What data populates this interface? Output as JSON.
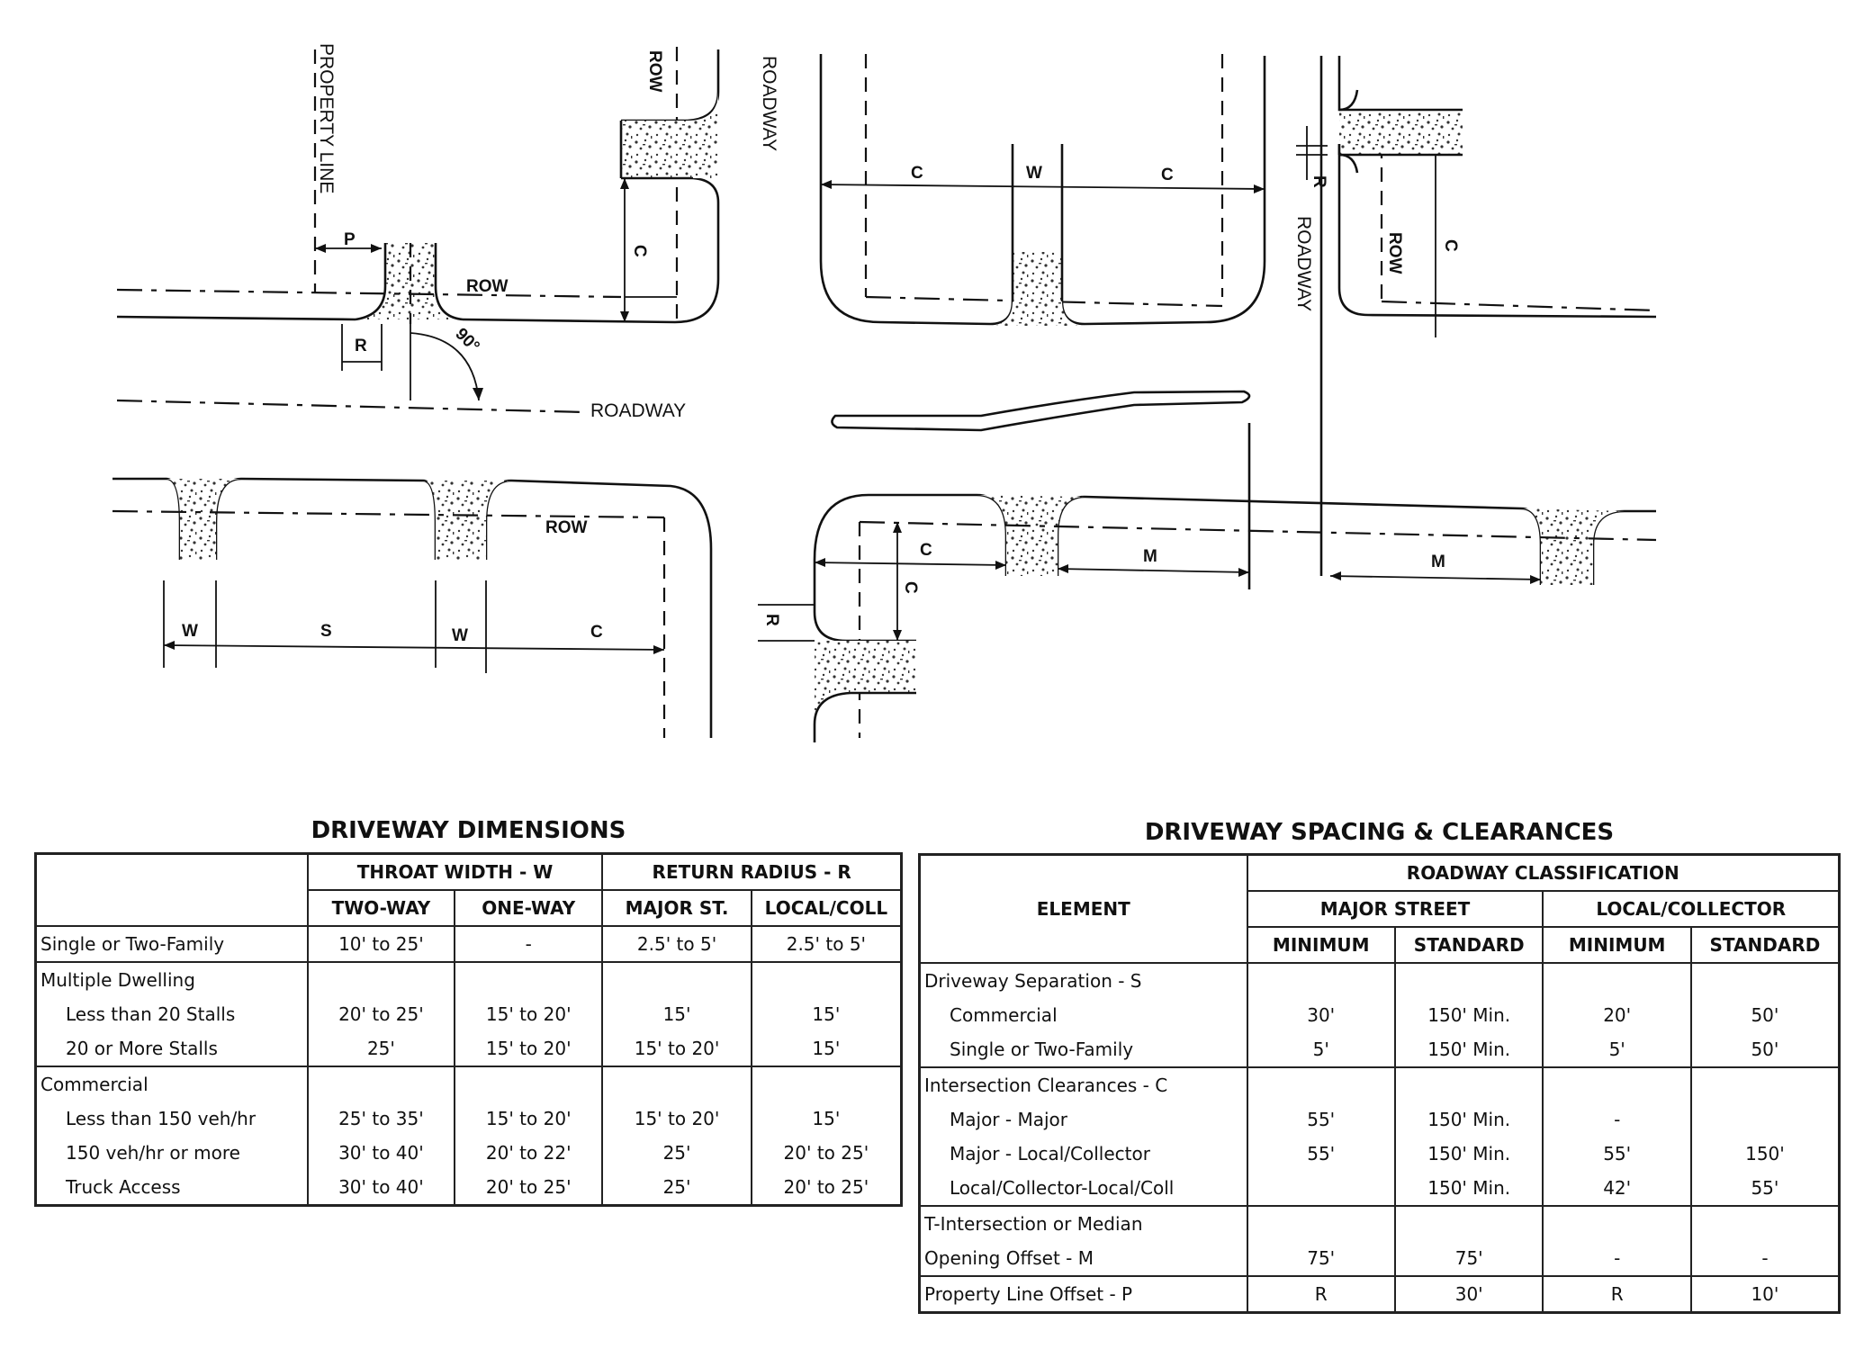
{
  "diagram": {
    "labels": {
      "property_line": "PROPERTY LINE",
      "row": "ROW",
      "roadway": "ROADWAY",
      "angle": "90°",
      "p": "P",
      "r": "R",
      "c": "C",
      "w": "W",
      "s": "S",
      "m": "M"
    }
  },
  "dimensions_table": {
    "title": "DRIVEWAY DIMENSIONS",
    "group_headers": [
      "THROAT WIDTH - W",
      "RETURN RADIUS - R"
    ],
    "sub_headers": [
      "TWO-WAY",
      "ONE-WAY",
      "MAJOR ST.",
      "LOCAL/COLL"
    ],
    "rows": [
      {
        "label": "Single or Two-Family",
        "indent": false,
        "cells": [
          "10' to 25'",
          "-",
          "2.5' to 5'",
          "2.5' to 5'"
        ]
      },
      {
        "label": "Multiple Dwelling",
        "indent": false,
        "cells": [
          "",
          "",
          "",
          ""
        ]
      },
      {
        "label": "Less than 20 Stalls",
        "indent": true,
        "cells": [
          "20' to 25'",
          "15' to 20'",
          "15'",
          "15'"
        ]
      },
      {
        "label": "20 or More Stalls",
        "indent": true,
        "cells": [
          "25'",
          "15' to 20'",
          "15' to 20'",
          "15'"
        ]
      },
      {
        "label": "Commercial",
        "indent": false,
        "cells": [
          "",
          "",
          "",
          ""
        ]
      },
      {
        "label": "Less than 150 veh/hr",
        "indent": true,
        "cells": [
          "25' to 35'",
          "15' to 20'",
          "15' to 20'",
          "15'"
        ]
      },
      {
        "label": "150 veh/hr or more",
        "indent": true,
        "cells": [
          "30' to 40'",
          "20' to 22'",
          "25'",
          "20' to 25'"
        ]
      },
      {
        "label": "Truck Access",
        "indent": true,
        "cells": [
          "30' to 40'",
          "20' to 25'",
          "25'",
          "20' to 25'"
        ]
      }
    ]
  },
  "spacing_table": {
    "title": "DRIVEWAY SPACING & CLEARANCES",
    "element_header": "ELEMENT",
    "roadway_header": "ROADWAY CLASSIFICATION",
    "class_headers": [
      "MAJOR STREET",
      "LOCAL/COLLECTOR"
    ],
    "sub_headers": [
      "MINIMUM",
      "STANDARD",
      "MINIMUM",
      "STANDARD"
    ],
    "rows": [
      {
        "label": "Driveway Separation - S",
        "indent": false,
        "cells": [
          "",
          "",
          "",
          ""
        ]
      },
      {
        "label": "Commercial",
        "indent": true,
        "cells": [
          "30'",
          "150' Min.",
          "20'",
          "50'"
        ]
      },
      {
        "label": "Single or Two-Family",
        "indent": true,
        "cells": [
          "5'",
          "150' Min.",
          "5'",
          "50'"
        ]
      },
      {
        "label": "Intersection Clearances - C",
        "indent": false,
        "cells": [
          "",
          "",
          "",
          ""
        ]
      },
      {
        "label": "Major - Major",
        "indent": true,
        "cells": [
          "55'",
          "150' Min.",
          "-",
          ""
        ]
      },
      {
        "label": "Major - Local/Collector",
        "indent": true,
        "cells": [
          "55'",
          "150' Min.",
          "55'",
          "150'"
        ]
      },
      {
        "label": "Local/Collector-Local/Coll",
        "indent": true,
        "cells": [
          "",
          "150' Min.",
          "42'",
          "55'"
        ]
      },
      {
        "label": "T-Intersection or Median",
        "indent": false,
        "cells": [
          "",
          "",
          "",
          ""
        ]
      },
      {
        "label": "Opening Offset - M",
        "indent": false,
        "cells": [
          "75'",
          "75'",
          "-",
          "-"
        ]
      },
      {
        "label": "Property Line Offset - P",
        "indent": false,
        "cells": [
          "R",
          "30'",
          "R",
          "10'"
        ]
      }
    ]
  }
}
